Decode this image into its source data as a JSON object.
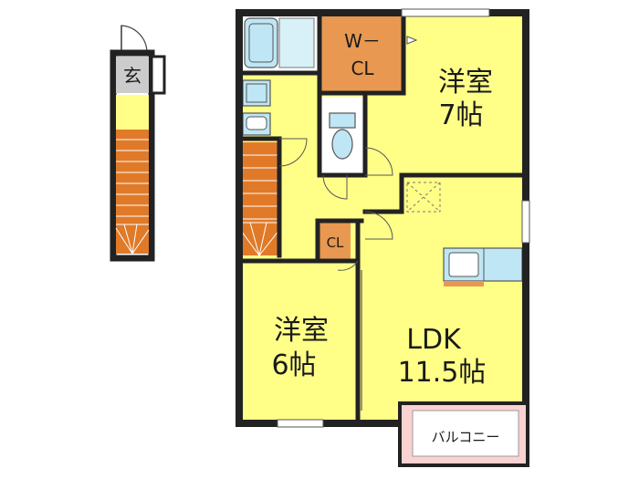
{
  "colors": {
    "room": "#FFFF88",
    "closet": "#E89850",
    "wall": "#222222",
    "fixture": "#BFE6F4",
    "stair": "#E07A28",
    "balcony": "#FAD2D2",
    "entrance": "#CCCCCC"
  },
  "labels": {
    "entrance": "玄",
    "wcl_line1": "W－",
    "wcl_line2": "CL",
    "room7_line1": "洋室",
    "room7_line2": "7帖",
    "cl": "CL",
    "room6_line1": "洋室",
    "room6_line2": "6帖",
    "ldk_line1": "LDK",
    "ldk_line2": "11.5帖",
    "balcony": "バルコニー"
  },
  "icons": [
    "door-swing-icon",
    "toilet-icon",
    "bathtub-icon",
    "sink-icon",
    "kitchen-sink-icon",
    "hatch-icon"
  ]
}
